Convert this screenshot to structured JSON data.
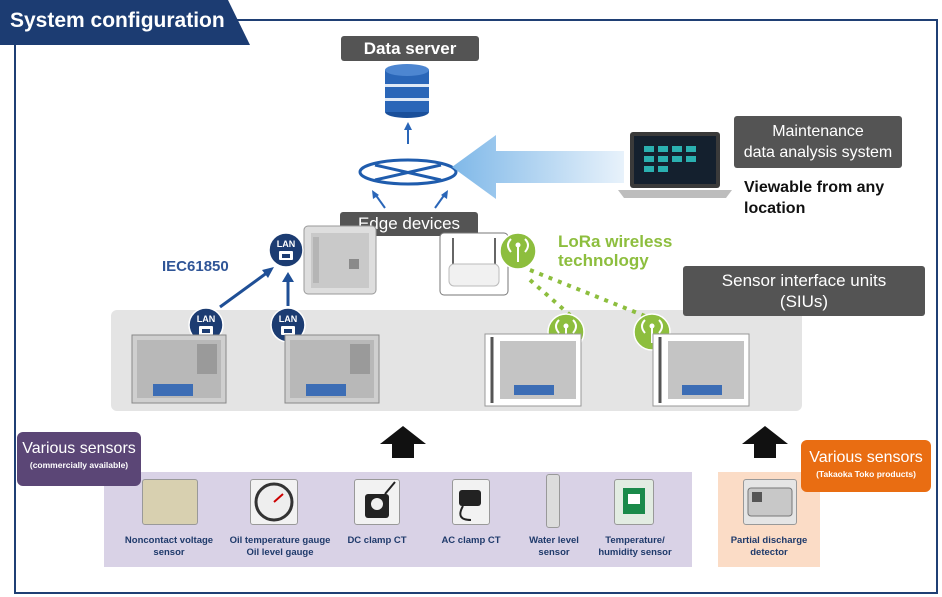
{
  "title": "System configuration",
  "data_server": {
    "label": "Data server"
  },
  "maintenance": {
    "label_line1": "Maintenance",
    "label_line2": "data analysis system",
    "note_line1": "Viewable from any",
    "note_line2": "location"
  },
  "edge": {
    "label": "Edge devices"
  },
  "protocol": "IEC61850",
  "lan_label": "LAN",
  "lora": {
    "line1": "LoRa wireless",
    "line2": "technology"
  },
  "siu": {
    "line1": "Sensor interface units",
    "line2": "(SIUs)"
  },
  "sensors_common": {
    "title": "Various sensors",
    "subtitle": "(commercially available)"
  },
  "sensors_takaoka": {
    "title": "Various sensors",
    "subtitle": "(Takaoka Toko products)"
  },
  "sensors": [
    {
      "line1": "Noncontact voltage",
      "line2": "sensor"
    },
    {
      "line1": "Oil temperature gauge",
      "line2": "Oil level gauge"
    },
    {
      "line1": "DC clamp CT",
      "line2": ""
    },
    {
      "line1": "AC clamp CT",
      "line2": ""
    },
    {
      "line1": "Water level",
      "line2": "sensor"
    },
    {
      "line1": "Temperature/",
      "line2": "humidity sensor"
    },
    {
      "line1": "Partial discharge",
      "line2": "detector"
    }
  ],
  "colors": {
    "navy": "#1c3c72",
    "lora_green": "#8dbe3e",
    "purple": "#5b4676",
    "orange": "#e96d12",
    "blue_arrow": "#9dc8ec"
  }
}
